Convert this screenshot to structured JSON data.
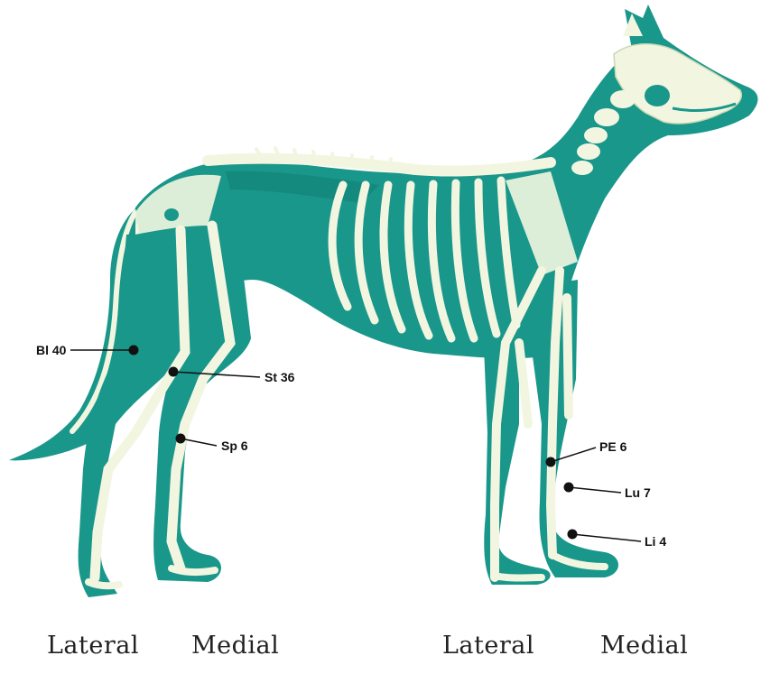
{
  "colors": {
    "body": "#19978a",
    "body_dark": "#0f7c70",
    "bone": "#f2f6e0",
    "bone_line": "#c9d8b4",
    "ink": "#111111",
    "paper": "#ffffff"
  },
  "points": {
    "bl40": "Bl 40",
    "st36": "St 36",
    "sp6": "Sp 6",
    "pe6": "PE 6",
    "lu7": "Lu 7",
    "li4": "Li 4"
  },
  "views": {
    "hind_lateral": "Lateral",
    "hind_medial": "Medial",
    "fore_lateral": "Lateral",
    "fore_medial": "Medial"
  }
}
